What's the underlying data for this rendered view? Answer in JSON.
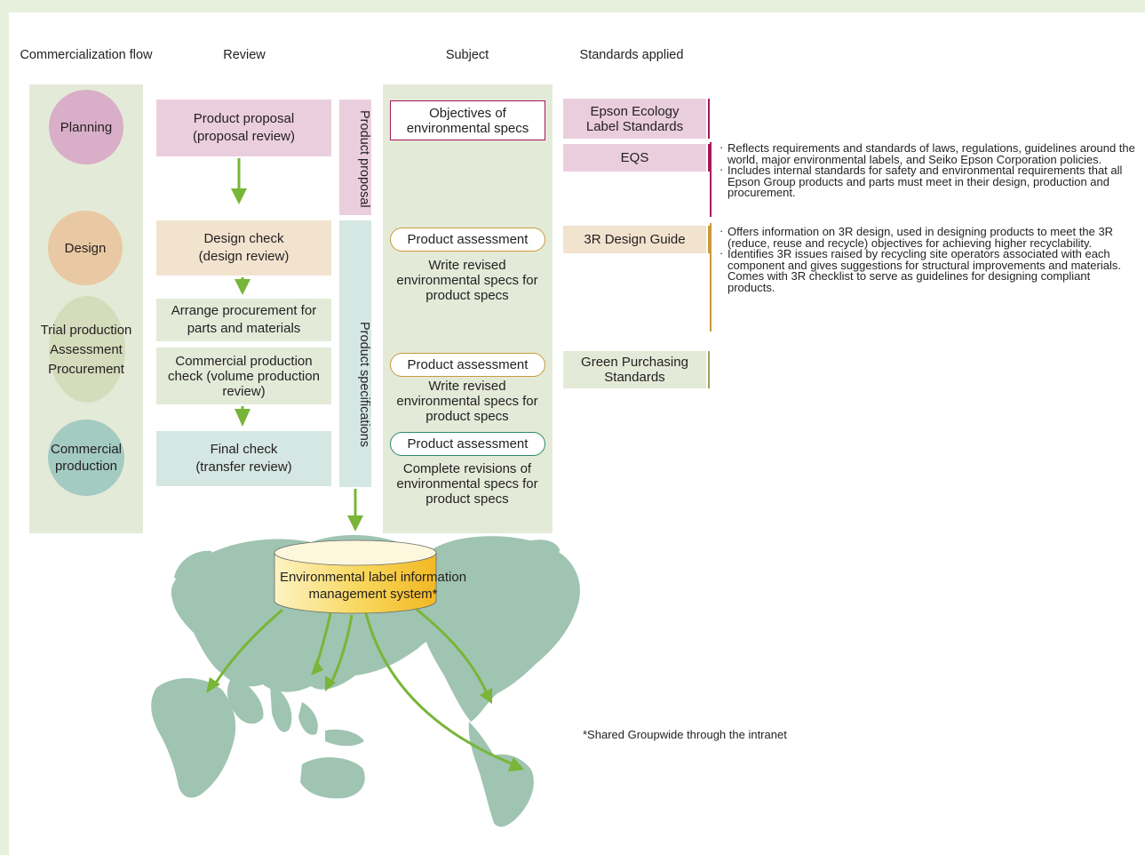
{
  "headers": {
    "flow": "Commercialization flow",
    "review": "Review",
    "subject": "Subject",
    "standards": "Standards applied"
  },
  "stages": {
    "planning": "Planning",
    "design": "Design",
    "trial": [
      "Trial production",
      "Assessment",
      "Procurement"
    ],
    "commercial": "Commercial production"
  },
  "reviews": {
    "proposal": "Product proposal (proposal review)",
    "design": "Design check (design review)",
    "procurement": "Arrange procurement for parts and materials",
    "production": "Commercial production check (volume production review)",
    "final": "Final check (transfer review)"
  },
  "vertical_labels": {
    "proposal": "Product proposal",
    "specs": "Product specifications"
  },
  "subjects": {
    "objectives": "Objectives of environmental specs",
    "assessment": "Product assessment",
    "write_revised": "Write revised environmental specs for product specs",
    "complete_revisions": "Complete revisions of environmental specs for product specs"
  },
  "standards": {
    "ecology_label": "Epson Ecology Label Standards",
    "eqs": "EQS",
    "design_guide": "3R Design Guide",
    "green_purchasing": "Green Purchasing Standards"
  },
  "notes": {
    "eqs_1": "Reflects requirements and standards of laws, regulations, guidelines around the world, major environmental labels, and Seiko Epson Corporation policies.",
    "eqs_2": "Includes internal standards for safety and environmental requirements that all Epson Group products and parts must meet in their design, production and procurement.",
    "guide_1": "Offers information on 3R design, used in designing products to meet the 3R (reduce, reuse and recycle) objectives for achieving higher recyclability.",
    "guide_2": "Identifies 3R issues raised by recycling site operators associated with each component and gives suggestions for structural improvements and materials. Comes with 3R checklist to serve as guidelines for designing compliant products."
  },
  "system": {
    "label": "Environmental label information management system*",
    "footnote": "*Shared Groupwide through the intranet"
  },
  "colors": {
    "planning": "#d9aec8",
    "design": "#e9c9a3",
    "trial": "#d5dcbc",
    "commercial": "#a3cbc2",
    "arrow": "#78b538",
    "map": "#9fc4b1",
    "cylinder": "#f6c53d"
  }
}
